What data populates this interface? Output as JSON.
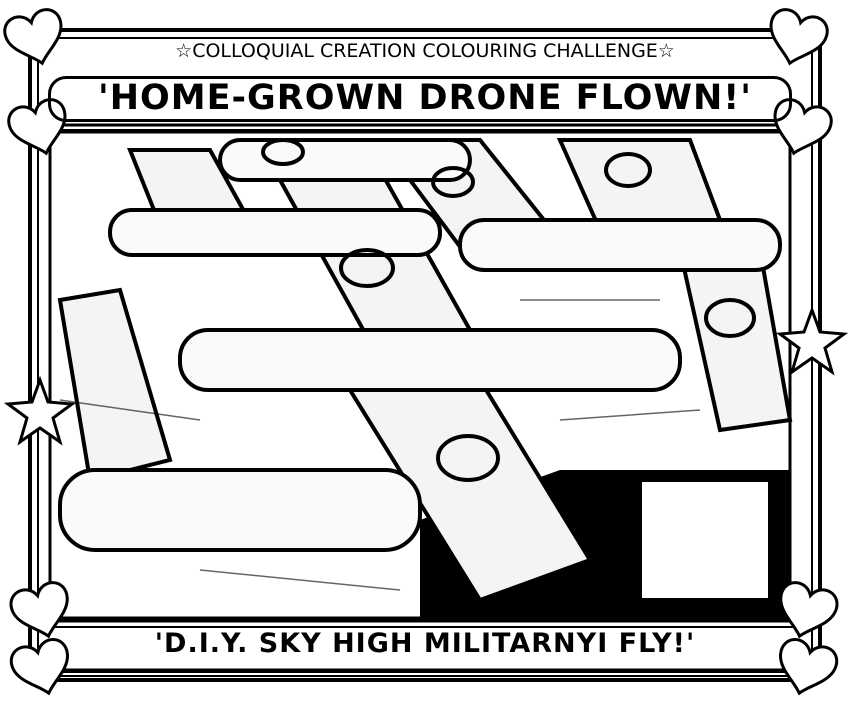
{
  "header": {
    "subtitle": "☆COLLOQUIAL CREATION COLOURING CHALLENGE☆",
    "title": "'HOME-GROWN DRONE FLOWN!'"
  },
  "footer": {
    "caption": "'D.I.Y. SKY HIGH MILITARNYI FLY!'"
  },
  "colors": {
    "ink": "#000000",
    "paper": "#ffffff"
  }
}
